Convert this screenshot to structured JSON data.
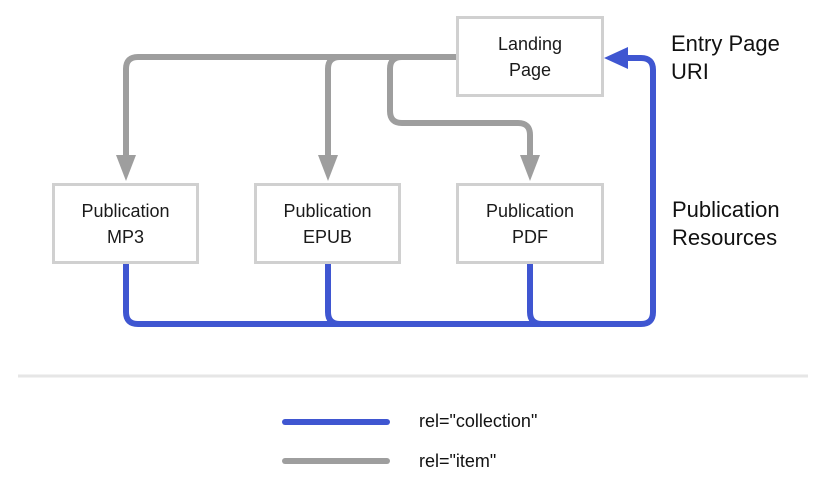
{
  "nodes": {
    "landing": {
      "line1": "Landing",
      "line2": "Page"
    },
    "mp3": {
      "line1": "Publication",
      "line2": "MP3"
    },
    "epub": {
      "line1": "Publication",
      "line2": "EPUB"
    },
    "pdf": {
      "line1": "Publication",
      "line2": "PDF"
    }
  },
  "labels": {
    "entry": {
      "line1": "Entry Page",
      "line2": "URI"
    },
    "resources": {
      "line1": "Publication",
      "line2": "Resources"
    }
  },
  "legend": {
    "collection": "rel=\"collection\"",
    "item": "rel=\"item\""
  },
  "colors": {
    "collection": "#3f56d1",
    "item": "#9e9e9e",
    "box_border": "#d0d0d0",
    "divider": "#e6e6e6"
  }
}
